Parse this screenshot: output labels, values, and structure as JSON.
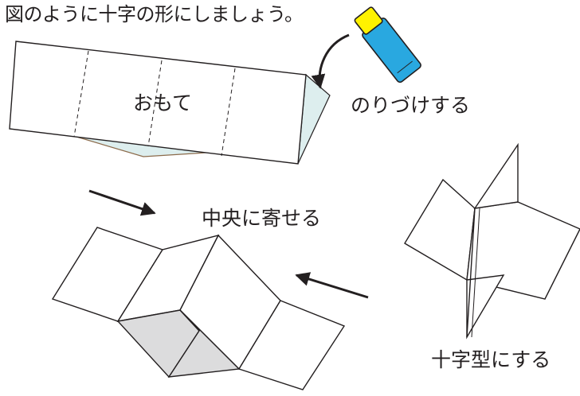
{
  "instruction": {
    "title": "図のように十字の形にしましょう。"
  },
  "labels": {
    "front_side": "おもて",
    "apply_glue": "のりづけする",
    "bring_to_center": "中央に寄せる",
    "make_cross": "十字型にする"
  },
  "colors": {
    "ink": "#231f20",
    "paper": "#ffffff",
    "paper_back": "#ddeeee",
    "paper_edge": "#8b6a4a",
    "shaded_panel": "#dcdcdd",
    "glue_body": "#29a8e0",
    "glue_cap": "#fff200"
  },
  "icons": {
    "glue_stick": "glue-stick-icon",
    "arrows": "arrow-icon"
  }
}
